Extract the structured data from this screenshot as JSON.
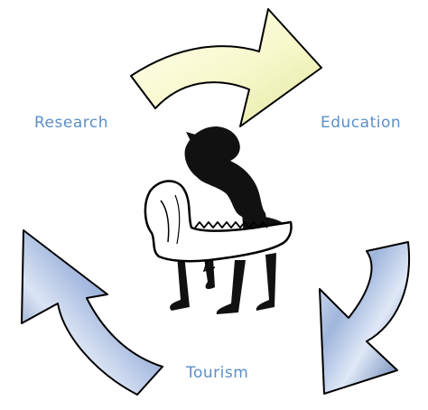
{
  "labels": {
    "research": "Research",
    "education": "Education",
    "tourism": "Tourism"
  },
  "colors": {
    "label_text": "#5b8fc7",
    "arrow_outline": "#000000",
    "top_arrow_fill_light": "#ffffe6",
    "top_arrow_fill_dark": "#e8ecaa",
    "blue_arrow_fill_light": "#dfe8f6",
    "blue_arrow_fill_dark": "#4f6fa8",
    "logo_ink": "#111111",
    "logo_bone": "#ffffff"
  },
  "icons": {
    "center_logo": "hominid-jaw-emblem-icon"
  }
}
